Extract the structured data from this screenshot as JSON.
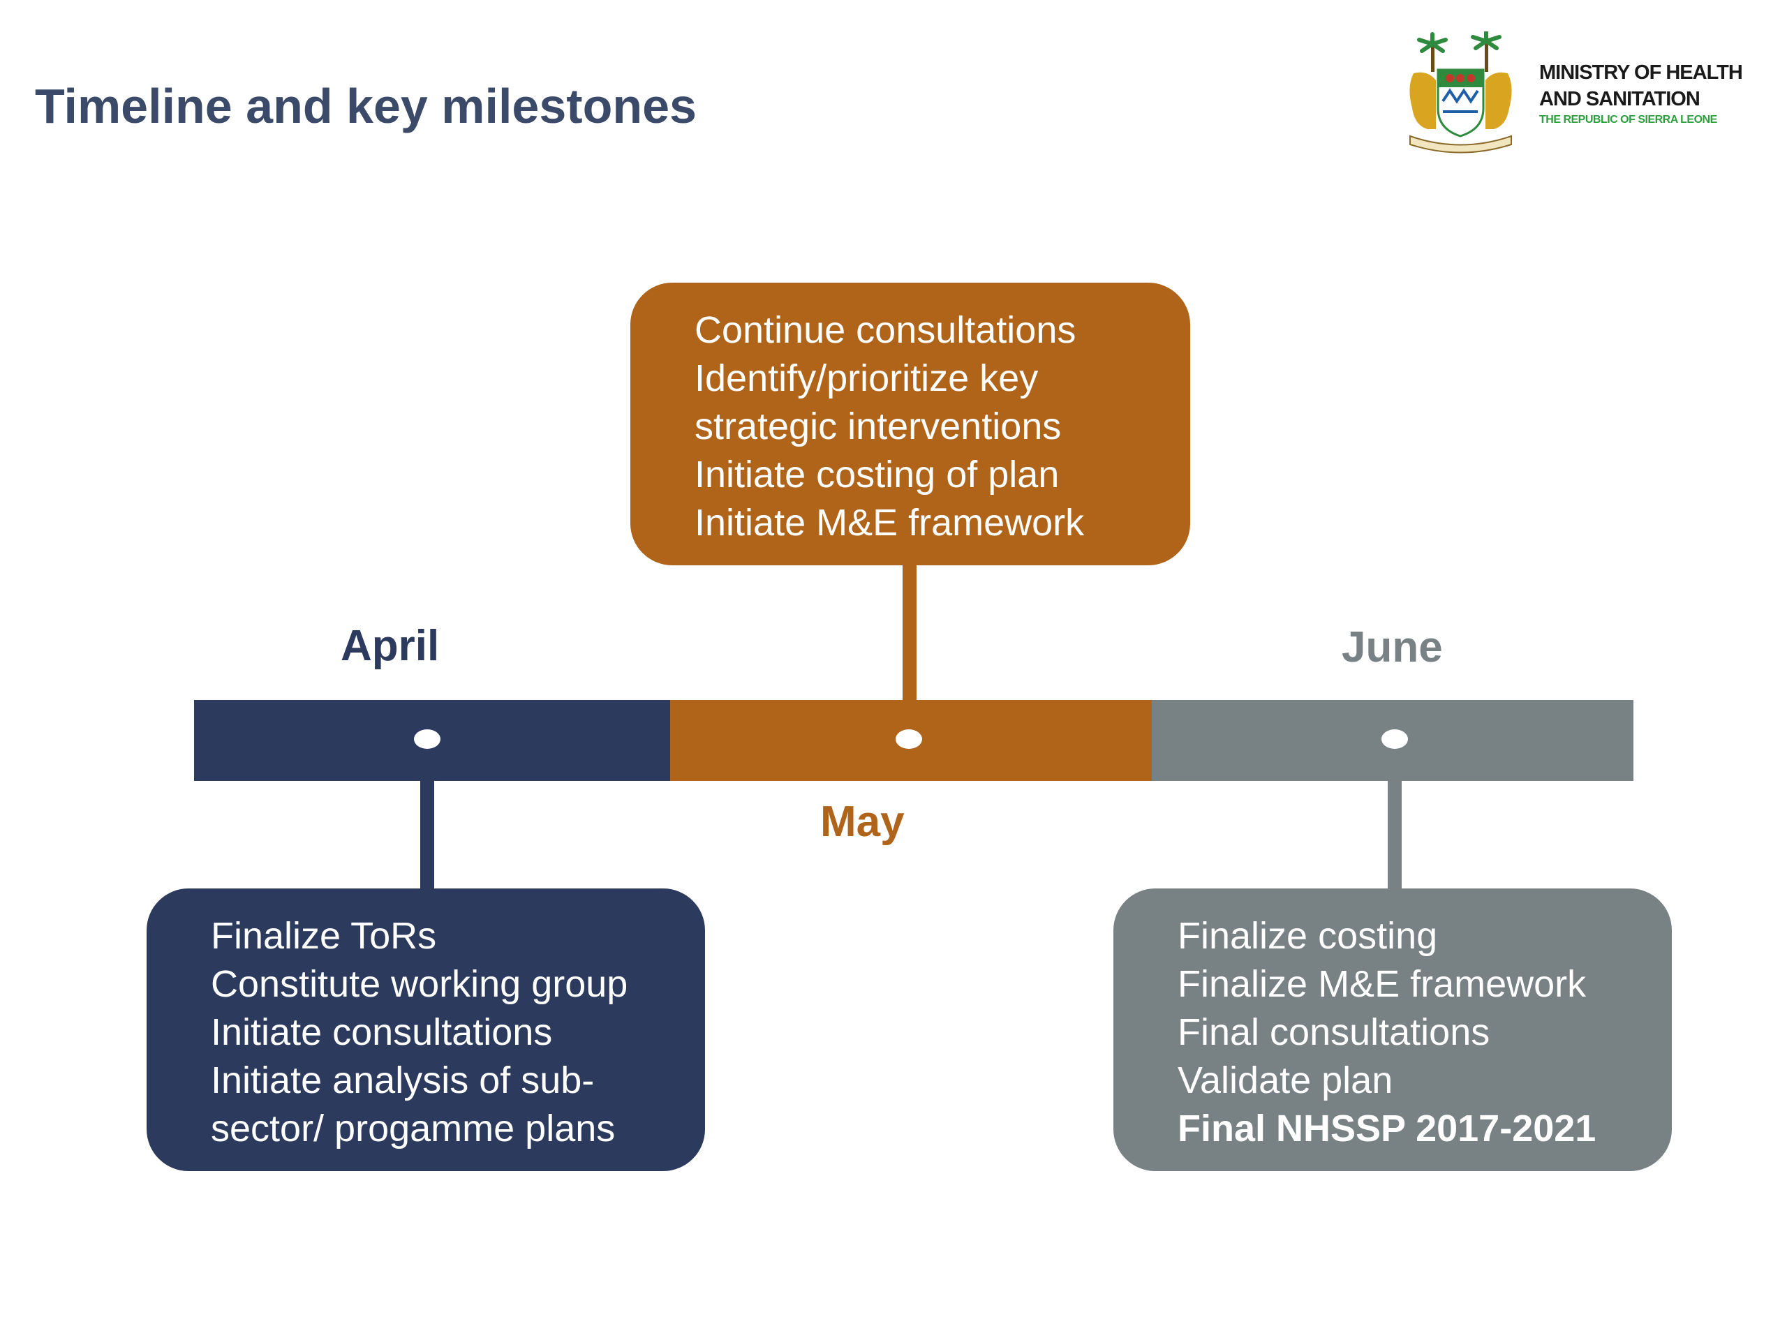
{
  "title": "Timeline and key milestones",
  "logo": {
    "line1": "MINISTRY OF HEALTH",
    "line2": "AND SANITATION",
    "line3": "THE REPUBLIC OF SIERRA LEONE",
    "icon": "sierra-leone-coat-of-arms"
  },
  "colors": {
    "april": "#2c3a5e",
    "may": "#b0641a",
    "june": "#788184",
    "title": "#3b4a68"
  },
  "timeline": {
    "april": {
      "label": "April",
      "items": [
        "Finalize ToRs",
        "Constitute working group",
        "Initiate consultations",
        "Initiate analysis of sub-",
        "sector/ progamme plans"
      ]
    },
    "may": {
      "label": "May",
      "items": [
        "Continue consultations",
        "Identify/prioritize key",
        "strategic interventions",
        "Initiate costing of plan",
        "Initiate M&E framework"
      ]
    },
    "june": {
      "label": "June",
      "items": [
        "Finalize costing",
        "Finalize M&E framework",
        "Final consultations",
        "Validate plan",
        "Final NHSSP 2017-2021"
      ]
    }
  }
}
